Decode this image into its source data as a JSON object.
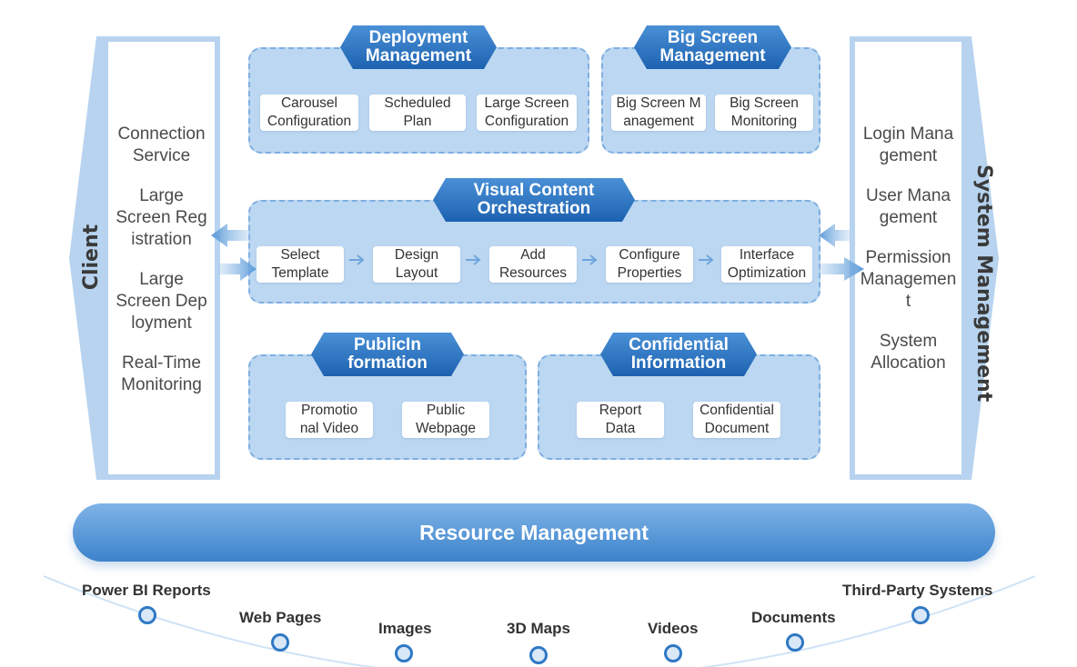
{
  "client": {
    "label": "Client",
    "items": [
      "Connection\nService",
      "Large\nScreen Reg\nistration",
      "Large\nScreen Dep\nloyment",
      "Real-Time\nMonitoring"
    ]
  },
  "system": {
    "label": "System Management",
    "items": [
      "Login Mana\ngement",
      "User Mana\ngement",
      "Permission\nManagemen\nt",
      "System\nAllocation"
    ]
  },
  "deployment": {
    "title": "Deployment\nManagement",
    "items": [
      "Carousel\nConfiguration",
      "Scheduled\nPlan",
      "Large Screen\nConfiguration"
    ]
  },
  "bigscreen": {
    "title": "Big Screen\nManagement",
    "items": [
      "Big Screen M\nanagement",
      "Big Screen\nMonitoring"
    ]
  },
  "visual": {
    "title": "Visual Content\nOrchestration",
    "steps": [
      "Select\nTemplate",
      "Design\nLayout",
      "Add\nResources",
      "Configure\nProperties",
      "Interface\nOptimization"
    ]
  },
  "public": {
    "title": "PublicIn\nformation",
    "items": [
      "Promotio\nnal Video",
      "Public\nWebpage"
    ]
  },
  "confidential": {
    "title": "Confidential\nInformation",
    "items": [
      "Report\nData",
      "Confidential\nDocument"
    ]
  },
  "resource": {
    "label": "Resource Management"
  },
  "sources": [
    "Power BI Reports",
    "Web Pages",
    "Images",
    "3D Maps",
    "Videos",
    "Documents",
    "Third-Party Systems"
  ],
  "colors": {
    "band": "#b7d3ef",
    "group": "#bcd7f1",
    "banner": "#1d62b0",
    "dot_ring": "#2f78c4"
  }
}
